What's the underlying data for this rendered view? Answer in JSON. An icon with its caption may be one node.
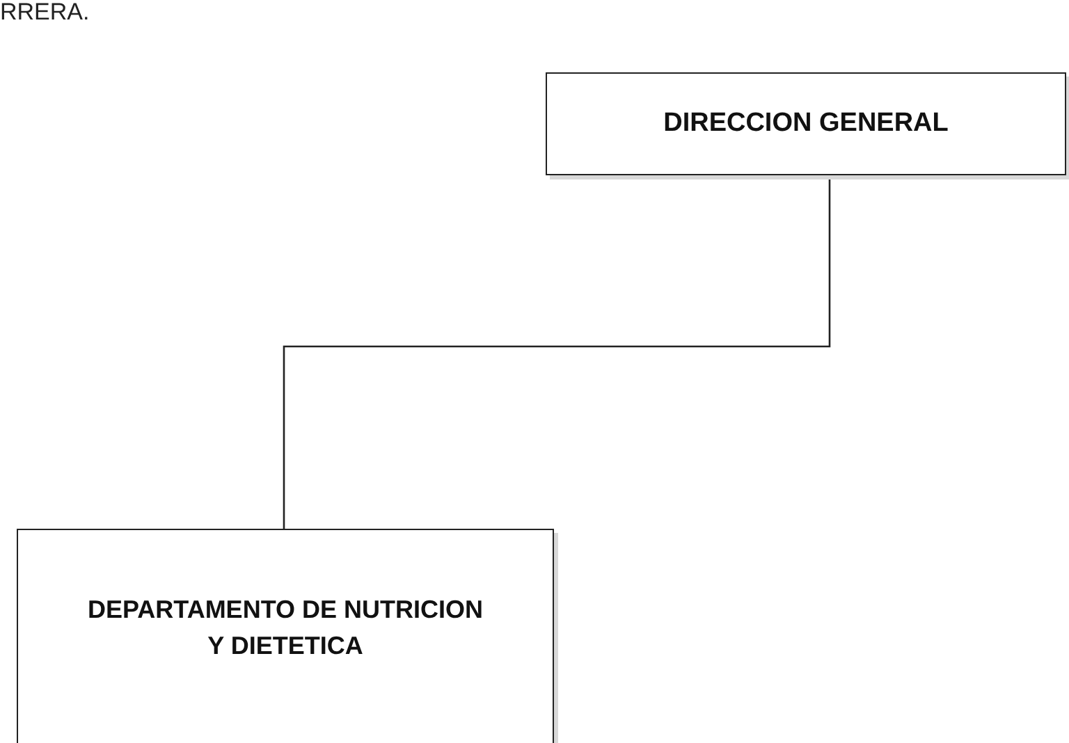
{
  "diagram": {
    "nodes": [
      {
        "text": [
          "DIRECCION GENERAL"
        ]
      },
      {
        "text": [
          "DEPARTAMENTO DE NUTRICION Y DIETETICA"
        ]
      }
    ],
    "edges": [
      {
        "from": 0,
        "to": 1,
        "arrow": "none"
      }
    ],
    "labels": [
      "RRERA."
    ]
  }
}
